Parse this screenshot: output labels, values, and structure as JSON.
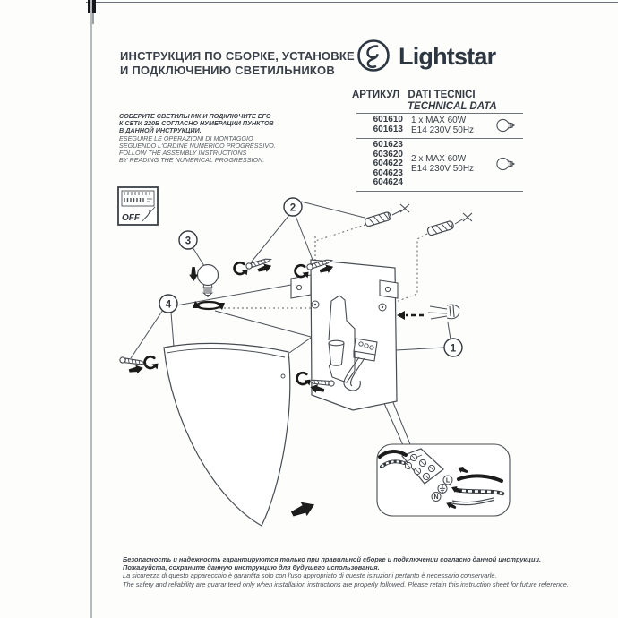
{
  "colors": {
    "ink": "#3b4047",
    "line": "#4d525a",
    "black": "#1c1c1c"
  },
  "header": {
    "title_line1": "ИНСТРУКЦИЯ ПО СБОРКЕ, УСТАНОВКЕ",
    "title_line2": "И  ПОДКЛЮЧЕНИЮ  СВЕТИЛЬНИКОВ",
    "brand": "Lightstar",
    "logo_icon": "lightstar-bulb-logo"
  },
  "tech": {
    "col_artikul": "АРТИКУЛ",
    "col_dati": "DATI TECNICI",
    "col_technical": "TECHNICAL DATA",
    "rows": [
      {
        "articles": [
          "601610",
          "601613"
        ],
        "lamp_count": "1 x MAX 60W",
        "lamp_spec": "E14 230V 50Hz",
        "icon": "bulb-icon"
      },
      {
        "articles": [
          "601623",
          "603620",
          "604622",
          "604623",
          "604624"
        ],
        "lamp_count": "2 x MAX 60W",
        "lamp_spec": "E14 230V 50Hz",
        "icon": "bulb-icon"
      }
    ]
  },
  "note": {
    "ru": [
      "СОБЕРИТЕ СВЕТИЛЬНИК И ПОДКЛЮЧИТЕ ЕГО",
      "К СЕТИ 220В СОГЛАСНО НУМЕРАЦИИ ПУНКТОВ",
      "В ДАННОЙ ИНСТРУКЦИИ."
    ],
    "it": [
      "ESEGUIRE LE OPERAZIONI DI MONTAGGIO",
      "SEGUENDO L'ORDINE NUMERICO PROGRESSIVO."
    ],
    "en": [
      "FOLLOW THE ASSEMBLY INSTRUCTIONS",
      "BY READING THE NUMERICAL PROGRESSION."
    ]
  },
  "power_box": {
    "label": "OFF",
    "icon": "fuse-panel-off-icon"
  },
  "diagram": {
    "steps": [
      "1",
      "2",
      "3",
      "4"
    ],
    "terminal": {
      "live": "L",
      "neutral": "N",
      "earth_icon": "earth-ground-symbol"
    },
    "icons": [
      "wall-anchor-icon",
      "screw-icon",
      "rotation-arrow-icon",
      "bulb-icon",
      "glass-shade",
      "mounting-plate",
      "terminal-block",
      "mains-wire"
    ]
  },
  "footer": {
    "bold": [
      "Безопасность и надежность гарантируются только при правильной сборке и подключении согласно данной инструкции.",
      "Пожалуйста, сохраните данную инструкцию для будущего использования."
    ],
    "plain": [
      "La sicurezza di questo apparecchio è garantita solo con l'uso appropriato di queste istruzioni pertanto è necessario conservarle.",
      "The safety and reliability are guaranteed only when installation instructions are properly followed. Please retain this instruction sheet for future reference."
    ]
  }
}
